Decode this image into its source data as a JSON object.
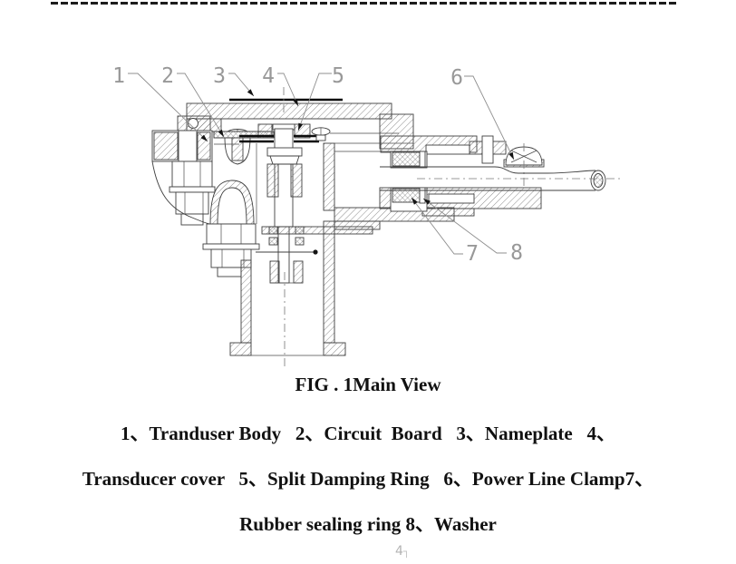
{
  "figure": {
    "caption": "FIG . 1Main View",
    "callouts": [
      {
        "label": "1",
        "part": "Tranduser Body"
      },
      {
        "label": "2",
        "part": "Circuit Board"
      },
      {
        "label": "3",
        "part": "Nameplate"
      },
      {
        "label": "4",
        "part": "Transducer cover"
      },
      {
        "label": "5",
        "part": "Split Damping Ring"
      },
      {
        "label": "6",
        "part": "Power Line Clamp"
      },
      {
        "label": "7",
        "part": "Rubber sealing ring"
      },
      {
        "label": "8",
        "part": "Washer"
      }
    ]
  },
  "parts_list": {
    "lines": [
      "1、Tranduser Body   2、Circuit  Board   3、Nameplate   4、",
      "Transducer cover   5、Split Damping Ring   6、Power Line Clamp7、",
      "Rubber sealing ring 8、Washer"
    ]
  },
  "footer": {
    "page_number": "4",
    "paragraph_mark": "┐"
  },
  "colors": {
    "ink": "#111111",
    "drawing_line": "#3f3f3f",
    "callout_gray": "#989898",
    "page_dash": "#1c1c1c"
  }
}
